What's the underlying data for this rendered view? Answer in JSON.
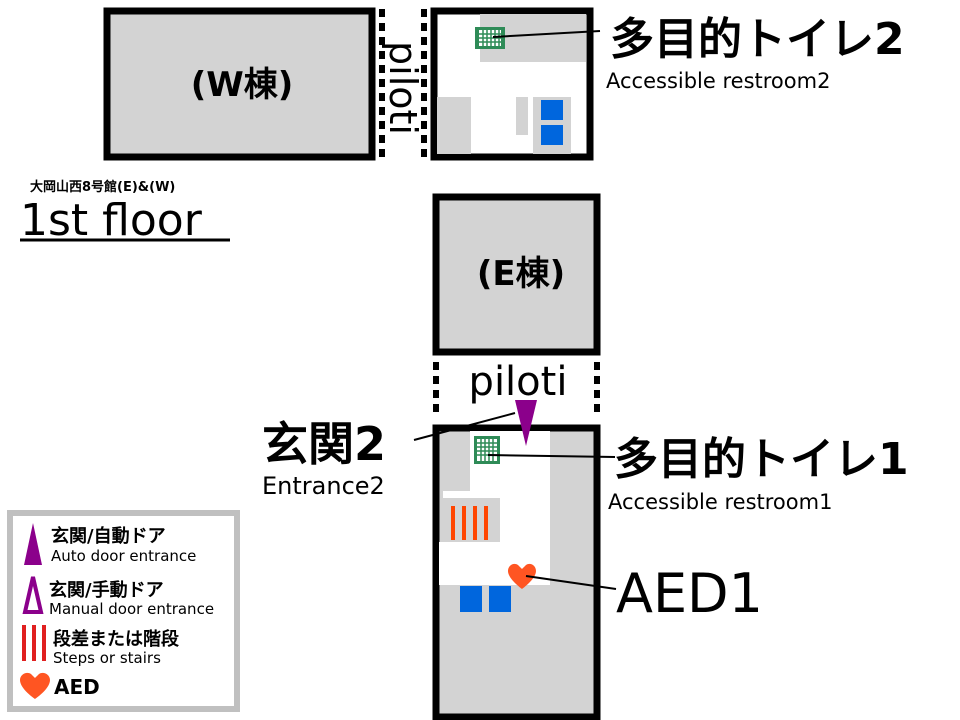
{
  "map": {
    "building_name": "大岡山西8号館(E)&(W)",
    "floor": "1st floor"
  },
  "buildings": {
    "west": "(W棟)",
    "east": "(E棟)"
  },
  "piloti": {
    "top": "piloti",
    "middle": "piloti"
  },
  "callouts": {
    "restroom2": {
      "jp": "多目的トイレ2",
      "en": "Accessible restroom2"
    },
    "restroom1": {
      "jp": "多目的トイレ1",
      "en": "Accessible restroom1"
    },
    "entrance2": {
      "jp": "玄関2",
      "en": "Entrance2"
    },
    "aed1": "AED1"
  },
  "legend": {
    "items": [
      {
        "icon": "auto-door-icon",
        "jp": "玄関/自動ドア",
        "en": "Auto door entrance"
      },
      {
        "icon": "manual-door-icon",
        "jp": "玄関/手動ドア",
        "en": "Manual door entrance"
      },
      {
        "icon": "stairs-icon",
        "jp": "段差または階段",
        "en": "Steps or stairs"
      },
      {
        "icon": "aed-heart-icon",
        "label": "AED"
      }
    ]
  },
  "colors": {
    "building_fill": "#d3d3d3",
    "wall": "#000000",
    "restroom_icon": "#2e8b57",
    "elevator": "#0066dd",
    "door_arrow": "#8b008b",
    "stairs": "#ff4500",
    "aed": "#ff5522"
  }
}
